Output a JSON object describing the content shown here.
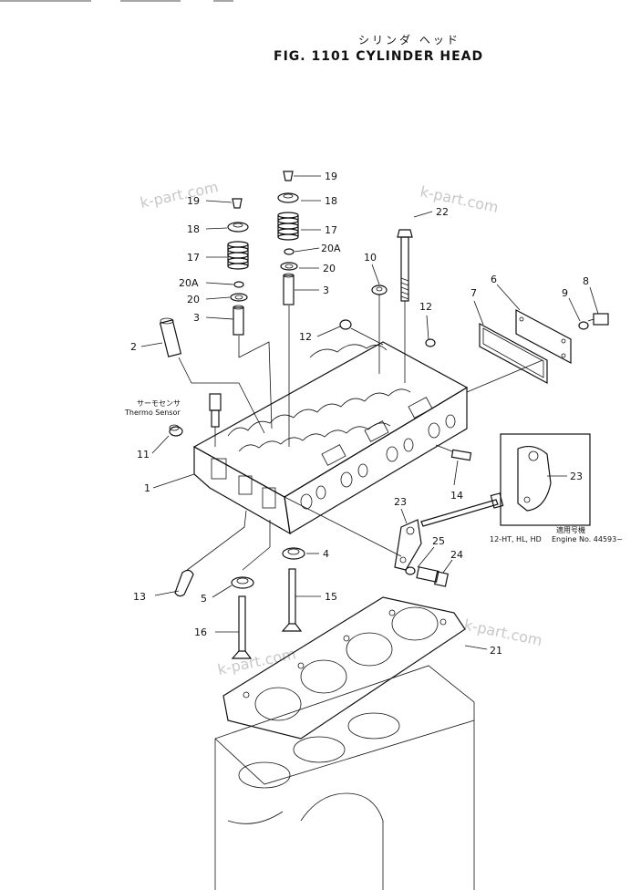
{
  "header": {
    "title_jp": "シリンダ ヘッド",
    "title": "FIG. 1101  CYLINDER HEAD"
  },
  "watermark": "k-part.com",
  "callouts": {
    "c1": "1",
    "c2": "2",
    "c3a": "3",
    "c3b": "3",
    "c4": "4",
    "c5": "5",
    "c6": "6",
    "c7": "7",
    "c8": "8",
    "c9": "9",
    "c10": "10",
    "c11": "11",
    "c12a": "12",
    "c12b": "12",
    "c13": "13",
    "c14": "14",
    "c15": "15",
    "c16": "16",
    "c17a": "17",
    "c17b": "17",
    "c18a": "18",
    "c18b": "18",
    "c19a": "19",
    "c19b": "19",
    "c20a": "20",
    "c20b": "20",
    "c20Aa": "20A",
    "c20Ab": "20A",
    "c21": "21",
    "c22": "22",
    "c23a": "23",
    "c23b": "23",
    "c24": "24",
    "c25": "25"
  },
  "thermo_sensor": {
    "jp": "サーモセンサ",
    "en": "Thermo Sensor"
  },
  "serial_note": {
    "jp": "適用号機",
    "models": "12-HT, HL, HD",
    "engine": "Engine No. 44593~"
  }
}
